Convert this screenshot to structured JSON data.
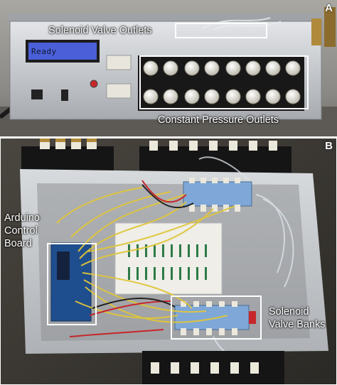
{
  "figure": {
    "panel_a": {
      "letter": "A",
      "lcd_text": "Ready",
      "labels": {
        "solenoid_valve_outlets": "Solenoid Valve Outlets",
        "constant_pressure_outlets": "Constant Pressure Outlets"
      }
    },
    "panel_b": {
      "letter": "B",
      "labels": {
        "arduino_line1": "Arduino",
        "arduino_line2": "Control",
        "arduino_line3": "Board",
        "solenoid_banks_line1": "Solenoid",
        "solenoid_banks_line2": "Valve Banks"
      }
    }
  },
  "colors": {
    "panel_a_background": "#8b8a86",
    "enclosure_metal": "#c9ccd0",
    "lcd_backlight": "#4b5fd8",
    "outlet_fitting": "#ece9dc",
    "panel_b_background": "#3d3a35",
    "wire_yellow": "#e0c63a",
    "wire_red": "#c6262a",
    "valve_bank_blue": "#7fa8d8",
    "label_color": "#ffffff"
  }
}
